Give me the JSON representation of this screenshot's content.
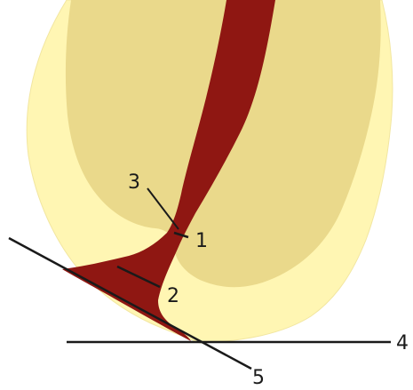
{
  "labels": {
    "l1": "1",
    "l2": "2",
    "l3": "3",
    "l4": "4",
    "l5": "5"
  },
  "colors": {
    "background": "#ffffff",
    "outer_tissue": "#fff6b3",
    "inner_tissue": "#ead98b",
    "canal": "#8f1712",
    "lines": "#1a1a1a"
  }
}
